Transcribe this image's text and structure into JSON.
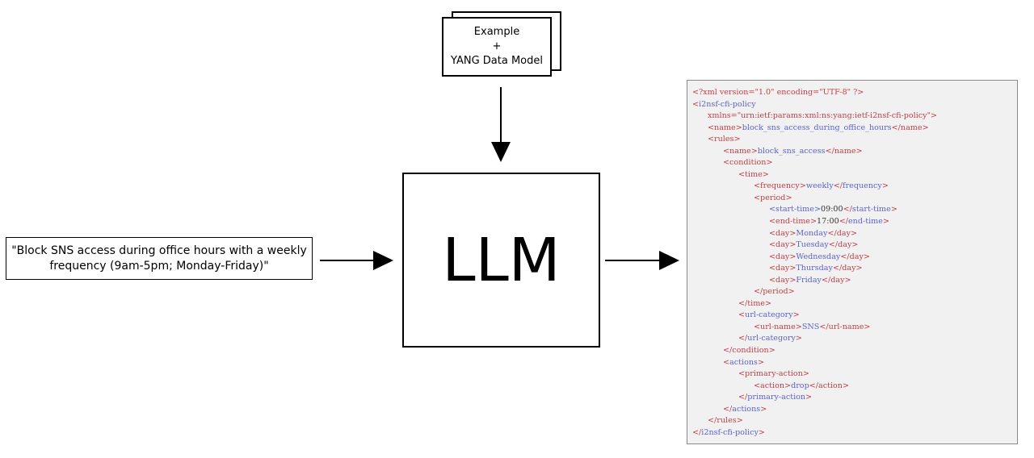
{
  "input_doc": {
    "line1": "Example",
    "line2": "+",
    "line3": "YANG Data Model"
  },
  "llm": {
    "label": "LLM"
  },
  "prompt": {
    "text": "\"Block SNS access during office hours with a weekly frequency (9am-5pm; Monday-Friday)\""
  },
  "xml_output": {
    "lines": [
      {
        "indent": 0,
        "tokens": [
          {
            "t": "<?xml ",
            "c": "r"
          },
          {
            "t": "version=",
            "c": "r"
          },
          {
            "t": "\"1.0\"",
            "c": "r"
          },
          {
            "t": " encoding=",
            "c": "r"
          },
          {
            "t": "\"UTF-8\"",
            "c": "r"
          },
          {
            "t": " ?>",
            "c": "r"
          }
        ]
      },
      {
        "indent": 0,
        "tokens": [
          {
            "t": "<",
            "c": "r"
          },
          {
            "t": "i2nsf-cfi-policy",
            "c": "b"
          }
        ]
      },
      {
        "indent": 1,
        "tokens": [
          {
            "t": "xmlns=",
            "c": "r"
          },
          {
            "t": "\"urn:ietf:params:xml:ns:yang:ietf-i2nsf-cfi-policy\"",
            "c": "r"
          },
          {
            "t": ">",
            "c": "r"
          }
        ]
      },
      {
        "indent": 1,
        "tokens": [
          {
            "t": "<",
            "c": "r"
          },
          {
            "t": "name",
            "c": "r"
          },
          {
            "t": ">",
            "c": "r"
          },
          {
            "t": "block_sns_access_during_office_hours",
            "c": "b"
          },
          {
            "t": "</",
            "c": "r"
          },
          {
            "t": "name",
            "c": "r"
          },
          {
            "t": ">",
            "c": "r"
          }
        ]
      },
      {
        "indent": 1,
        "tokens": [
          {
            "t": "<",
            "c": "r"
          },
          {
            "t": "rules",
            "c": "r"
          },
          {
            "t": ">",
            "c": "r"
          }
        ]
      },
      {
        "indent": 2,
        "tokens": [
          {
            "t": "<",
            "c": "r"
          },
          {
            "t": "name",
            "c": "r"
          },
          {
            "t": ">",
            "c": "r"
          },
          {
            "t": "block_sns_access",
            "c": "b"
          },
          {
            "t": "</",
            "c": "r"
          },
          {
            "t": "name",
            "c": "r"
          },
          {
            "t": ">",
            "c": "r"
          }
        ]
      },
      {
        "indent": 2,
        "tokens": [
          {
            "t": "<",
            "c": "r"
          },
          {
            "t": "condition",
            "c": "r"
          },
          {
            "t": ">",
            "c": "r"
          }
        ]
      },
      {
        "indent": 3,
        "tokens": [
          {
            "t": "<",
            "c": "r"
          },
          {
            "t": "time",
            "c": "r"
          },
          {
            "t": ">",
            "c": "r"
          }
        ]
      },
      {
        "indent": 4,
        "tokens": [
          {
            "t": "<",
            "c": "r"
          },
          {
            "t": "frequency",
            "c": "r"
          },
          {
            "t": ">",
            "c": "r"
          },
          {
            "t": "weekly",
            "c": "b"
          },
          {
            "t": "</",
            "c": "r"
          },
          {
            "t": "frequency",
            "c": "b"
          },
          {
            "t": ">",
            "c": "r"
          }
        ]
      },
      {
        "indent": 4,
        "tokens": [
          {
            "t": "<",
            "c": "r"
          },
          {
            "t": "period",
            "c": "r"
          },
          {
            "t": ">",
            "c": "r"
          }
        ]
      },
      {
        "indent": 5,
        "tokens": [
          {
            "t": "<",
            "c": "b"
          },
          {
            "t": "start-time",
            "c": "b"
          },
          {
            "t": ">",
            "c": "b"
          },
          {
            "t": "09:00",
            "c": "k"
          },
          {
            "t": "</",
            "c": "r"
          },
          {
            "t": "start-time",
            "c": "b"
          },
          {
            "t": ">",
            "c": "r"
          }
        ]
      },
      {
        "indent": 5,
        "tokens": [
          {
            "t": "<",
            "c": "r"
          },
          {
            "t": "end-time",
            "c": "r"
          },
          {
            "t": ">",
            "c": "r"
          },
          {
            "t": "17:00",
            "c": "k"
          },
          {
            "t": "</",
            "c": "r"
          },
          {
            "t": "end-time",
            "c": "b"
          },
          {
            "t": ">",
            "c": "r"
          }
        ]
      },
      {
        "indent": 5,
        "tokens": [
          {
            "t": "<",
            "c": "r"
          },
          {
            "t": "day",
            "c": "r"
          },
          {
            "t": ">",
            "c": "r"
          },
          {
            "t": "Monday",
            "c": "b"
          },
          {
            "t": "</",
            "c": "r"
          },
          {
            "t": "day",
            "c": "r"
          },
          {
            "t": ">",
            "c": "r"
          }
        ]
      },
      {
        "indent": 5,
        "tokens": [
          {
            "t": "<",
            "c": "r"
          },
          {
            "t": "day",
            "c": "r"
          },
          {
            "t": ">",
            "c": "r"
          },
          {
            "t": "Tuesday",
            "c": "b"
          },
          {
            "t": "</",
            "c": "r"
          },
          {
            "t": "day",
            "c": "r"
          },
          {
            "t": ">",
            "c": "r"
          }
        ]
      },
      {
        "indent": 5,
        "tokens": [
          {
            "t": "<",
            "c": "r"
          },
          {
            "t": "day",
            "c": "r"
          },
          {
            "t": ">",
            "c": "r"
          },
          {
            "t": "Wednesday",
            "c": "b"
          },
          {
            "t": "</",
            "c": "r"
          },
          {
            "t": "day",
            "c": "r"
          },
          {
            "t": ">",
            "c": "r"
          }
        ]
      },
      {
        "indent": 5,
        "tokens": [
          {
            "t": "<",
            "c": "r"
          },
          {
            "t": "day",
            "c": "r"
          },
          {
            "t": ">",
            "c": "r"
          },
          {
            "t": "Thursday",
            "c": "b"
          },
          {
            "t": "</",
            "c": "r"
          },
          {
            "t": "day",
            "c": "r"
          },
          {
            "t": ">",
            "c": "r"
          }
        ]
      },
      {
        "indent": 5,
        "tokens": [
          {
            "t": "<",
            "c": "r"
          },
          {
            "t": "day",
            "c": "r"
          },
          {
            "t": ">",
            "c": "r"
          },
          {
            "t": "Friday",
            "c": "b"
          },
          {
            "t": "</",
            "c": "r"
          },
          {
            "t": "day",
            "c": "r"
          },
          {
            "t": ">",
            "c": "r"
          }
        ]
      },
      {
        "indent": 4,
        "tokens": [
          {
            "t": "</",
            "c": "r"
          },
          {
            "t": "period",
            "c": "r"
          },
          {
            "t": ">",
            "c": "r"
          }
        ]
      },
      {
        "indent": 3,
        "tokens": [
          {
            "t": "</",
            "c": "r"
          },
          {
            "t": "time",
            "c": "r"
          },
          {
            "t": ">",
            "c": "r"
          }
        ]
      },
      {
        "indent": 3,
        "tokens": [
          {
            "t": "<",
            "c": "r"
          },
          {
            "t": "url-category",
            "c": "b"
          },
          {
            "t": ">",
            "c": "r"
          }
        ]
      },
      {
        "indent": 4,
        "tokens": [
          {
            "t": "<",
            "c": "r"
          },
          {
            "t": "url-name",
            "c": "r"
          },
          {
            "t": ">",
            "c": "r"
          },
          {
            "t": "SNS",
            "c": "b"
          },
          {
            "t": "</",
            "c": "r"
          },
          {
            "t": "url-name",
            "c": "r"
          },
          {
            "t": ">",
            "c": "r"
          }
        ]
      },
      {
        "indent": 3,
        "tokens": [
          {
            "t": "</",
            "c": "r"
          },
          {
            "t": "url-category",
            "c": "b"
          },
          {
            "t": ">",
            "c": "r"
          }
        ]
      },
      {
        "indent": 2,
        "tokens": [
          {
            "t": "</",
            "c": "r"
          },
          {
            "t": "condition",
            "c": "r"
          },
          {
            "t": ">",
            "c": "r"
          }
        ]
      },
      {
        "indent": 2,
        "tokens": [
          {
            "t": "<",
            "c": "r"
          },
          {
            "t": "actions",
            "c": "b"
          },
          {
            "t": ">",
            "c": "r"
          }
        ]
      },
      {
        "indent": 3,
        "tokens": [
          {
            "t": "<",
            "c": "r"
          },
          {
            "t": "primary-action",
            "c": "r"
          },
          {
            "t": ">",
            "c": "r"
          }
        ]
      },
      {
        "indent": 4,
        "tokens": [
          {
            "t": "<",
            "c": "r"
          },
          {
            "t": "action",
            "c": "r"
          },
          {
            "t": ">",
            "c": "r"
          },
          {
            "t": "drop",
            "c": "b"
          },
          {
            "t": "</",
            "c": "r"
          },
          {
            "t": "action",
            "c": "r"
          },
          {
            "t": ">",
            "c": "r"
          }
        ]
      },
      {
        "indent": 3,
        "tokens": [
          {
            "t": "</",
            "c": "r"
          },
          {
            "t": "primary-action",
            "c": "b"
          },
          {
            "t": ">",
            "c": "r"
          }
        ]
      },
      {
        "indent": 2,
        "tokens": [
          {
            "t": "</",
            "c": "r"
          },
          {
            "t": "actions",
            "c": "b"
          },
          {
            "t": ">",
            "c": "r"
          }
        ]
      },
      {
        "indent": 1,
        "tokens": [
          {
            "t": "</",
            "c": "r"
          },
          {
            "t": "rules",
            "c": "r"
          },
          {
            "t": ">",
            "c": "r"
          }
        ]
      },
      {
        "indent": 0,
        "tokens": [
          {
            "t": "</",
            "c": "r"
          },
          {
            "t": "i2nsf-cfi-policy",
            "c": "b"
          },
          {
            "t": ">",
            "c": "r"
          }
        ]
      }
    ]
  },
  "colors": {
    "tag": "#c0404a",
    "value": "#5c63c9",
    "panel_bg": "#f1f1f1"
  }
}
